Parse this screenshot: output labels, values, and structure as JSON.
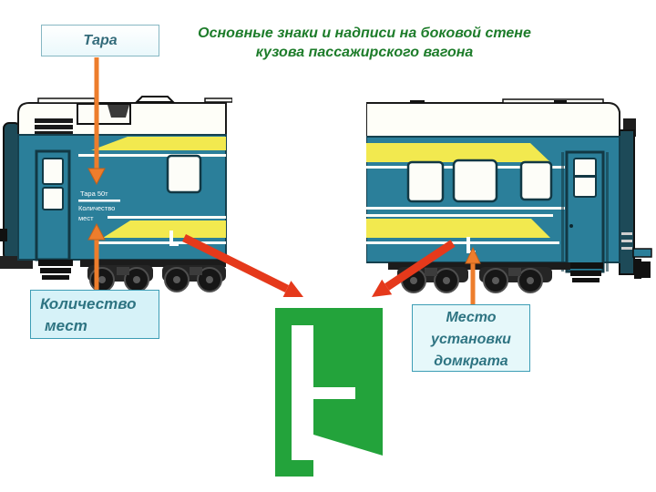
{
  "slide": {
    "title_line1": "Основные знаки и надписи на боковой стене",
    "title_line2": "кузова пассажирского вагона"
  },
  "callouts": {
    "tare_label": "Тара",
    "seats_label_line1": "Количество",
    "seats_label_line2": "мест",
    "jack_label_line1": "Место",
    "jack_label_line2": "установки",
    "jack_label_line3": "домкрата"
  },
  "car_side_markings": {
    "tare_text": "Тара 50т",
    "seats_text_line1": "Количество",
    "seats_text_line2": "мест"
  },
  "icons": {
    "jack_sign": "jack-installation-place-sign",
    "car_jack_mark": "small-jack-mark-on-car-body"
  },
  "colors": {
    "title_green": "#1d7c2a",
    "car_body_teal": "#2b7f9a",
    "stripe_yellow": "#f2e94f",
    "arrow_orange": "#ed7d2c",
    "arrow_red": "#e5391b",
    "jack_sign_green": "#23a33b",
    "callout_fill": "#d6f2f8",
    "callout_border": "#3d9db5",
    "callout_text": "#2e7482"
  }
}
